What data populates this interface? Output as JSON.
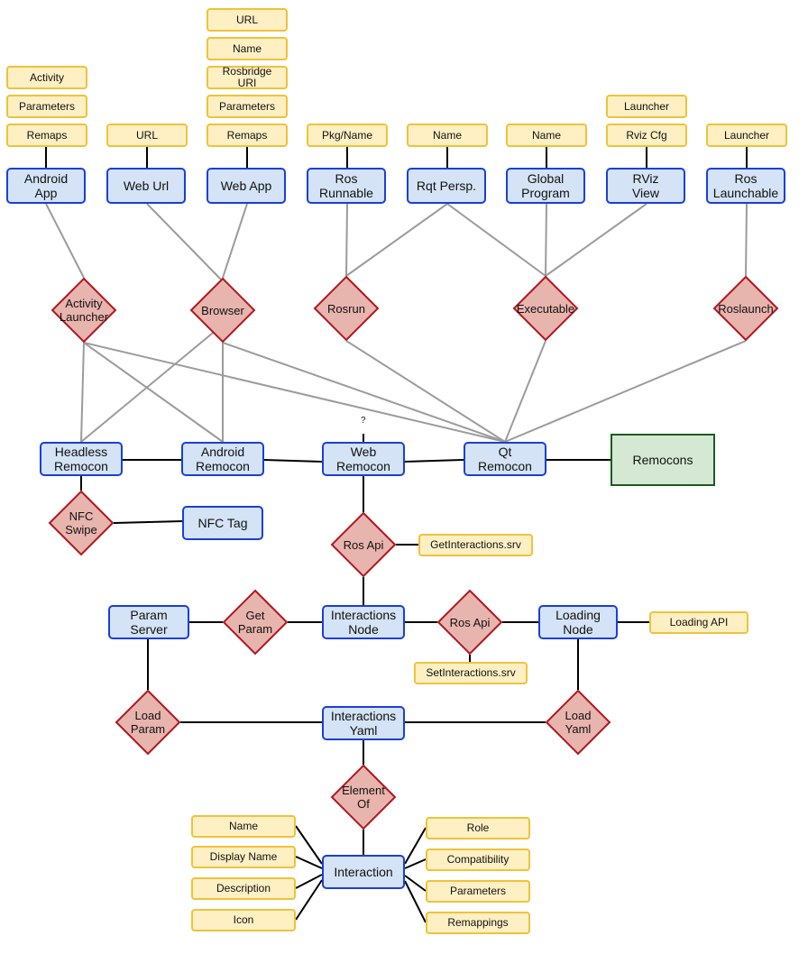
{
  "diagram": {
    "colors": {
      "entity_fill": "#d4e3f5",
      "entity_stroke": "#1a3fd9",
      "attribute_fill": "#fff0c4",
      "attribute_stroke": "#f0c23a",
      "relationship_fill": "#e8b4ae",
      "relationship_stroke": "#b0171f",
      "group_fill": "#d5e8d4",
      "group_stroke": "#1e5a1e",
      "edge_primary": "#000000",
      "edge_secondary": "#9b9b9b"
    },
    "question_mark": "?",
    "nodes": {
      "android_app": "Android\nApp",
      "web_url": "Web Url",
      "web_app": "Web App",
      "ros_runnable": "Ros\nRunnable",
      "rqt_persp": "Rqt Persp.",
      "global_program": "Global\nProgram",
      "rviz_view": "RViz\nView",
      "ros_launchable": "Ros\nLaunchable",
      "a_activity": "Activity",
      "a_parameters_android": "Parameters",
      "a_remaps_android": "Remaps",
      "a_url_weburl": "URL",
      "a_url_webapp": "URL",
      "a_name_webapp": "Name",
      "a_rosbridge_uri": "Rosbridge\nURI",
      "a_parameters_webapp": "Parameters",
      "a_remaps_webapp": "Remaps",
      "a_pkg_name": "Pkg/Name",
      "a_name_rqt": "Name",
      "a_name_global": "Name",
      "a_launcher_rviz": "Launcher",
      "a_rviz_cfg": "Rviz Cfg",
      "a_launcher_ros": "Launcher",
      "r_activity_launcher": "Activity\nLauncher",
      "r_browser": "Browser",
      "r_rosrun": "Rosrun",
      "r_executable": "Executable",
      "r_roslaunch": "Roslaunch",
      "headless_remocon": "Headless\nRemocon",
      "android_remocon": "Android\nRemocon",
      "web_remocon": "Web\nRemocon",
      "qt_remocon": "Qt\nRemocon",
      "remocons": "Remocons",
      "r_nfc_swipe": "NFC\nSwipe",
      "nfc_tag": "NFC Tag",
      "r_ros_api_top": "Ros Api",
      "a_get_interactions": "GetInteractions.srv",
      "param_server": "Param\nServer",
      "r_get_param": "Get\nParam",
      "interactions_node": "Interactions\nNode",
      "r_ros_api_mid": "Ros Api",
      "loading_node": "Loading\nNode",
      "a_loading_api": "Loading API",
      "a_set_interactions": "SetInteractions.srv",
      "r_load_param": "Load\nParam",
      "interactions_yaml": "Interactions\nYaml",
      "r_load_yaml": "Load\nYaml",
      "r_element_of": "Element\nOf",
      "interaction": "Interaction",
      "a_name_int": "Name",
      "a_display_name": "Display Name",
      "a_description": "Description",
      "a_icon": "Icon",
      "a_role": "Role",
      "a_compatibility": "Compatibility",
      "a_parameters_int": "Parameters",
      "a_remappings": "Remappings"
    }
  }
}
